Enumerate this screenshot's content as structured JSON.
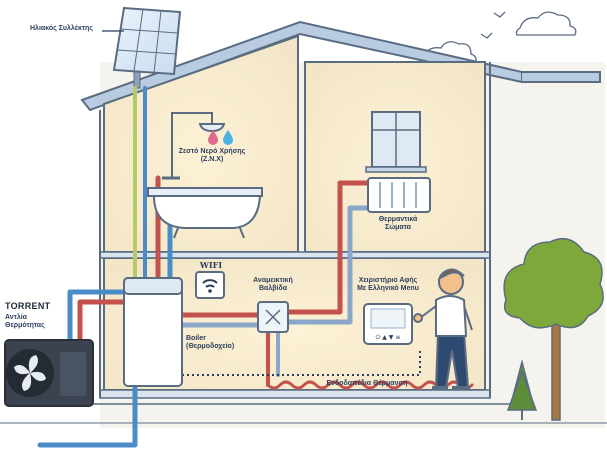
{
  "labels": {
    "solar_collector": "Ηλιακός Συλλέκτης",
    "hot_water": [
      "Ζεστό Νερό Χρήσης",
      "(Ζ.Ν.Χ)"
    ],
    "radiators": [
      "Θερμαντικά",
      "Σώματα"
    ],
    "wifi": "WIFI",
    "mixing_valve": [
      "Αναμεικτική",
      "Βαλβίδα"
    ],
    "touch_controller": [
      "Χειριστήριο Αφής",
      "Με Ελληνικό Menu"
    ],
    "boiler": [
      "Boiler",
      "(Θερμοδοχείο)"
    ],
    "underfloor_heating": "Ενδοδαπέδια Θέρμανση",
    "brand": "TORRENT",
    "heat_pump": [
      "Αντλία",
      "Θερμότητας"
    ]
  },
  "colors": {
    "hot_pipe": "#c4524c",
    "cold_pipe": "#4a8cc8",
    "house_outline": "#5a6c82",
    "roof": "#b8cbe0",
    "wall": "#f6ecd6",
    "brand_red": "#e3242b",
    "label_text": "#2b3f5c"
  }
}
